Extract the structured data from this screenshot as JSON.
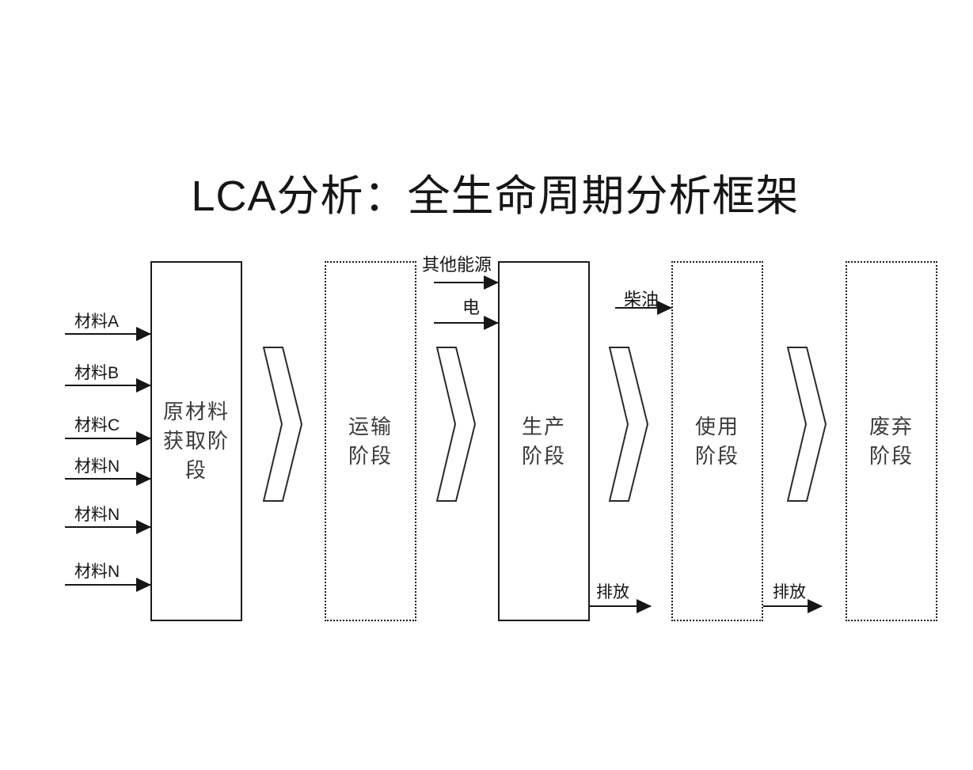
{
  "title": "LCA分析：全生命周期分析框架",
  "colors": {
    "background": "#ffffff",
    "line": "#161616",
    "stage_text": "#3a3a3a"
  },
  "stages": [
    {
      "id": "raw-material-acquisition",
      "label": "原材料\n获取阶\n段",
      "border": "solid"
    },
    {
      "id": "transport",
      "label": "运输\n阶段",
      "border": "dotted"
    },
    {
      "id": "production",
      "label": "生产\n阶段",
      "border": "solid"
    },
    {
      "id": "use",
      "label": "使用\n阶段",
      "border": "dotted"
    },
    {
      "id": "disposal",
      "label": "废弃\n阶段",
      "border": "dotted"
    }
  ],
  "material_inputs": [
    {
      "label": "材料A"
    },
    {
      "label": "材料B"
    },
    {
      "label": "材料C"
    },
    {
      "label": "材料N"
    },
    {
      "label": "材料N"
    },
    {
      "label": "材料N"
    }
  ],
  "energy_inputs": [
    {
      "label": "其他能源",
      "target": "production"
    },
    {
      "label": "电",
      "target": "production"
    },
    {
      "label": "柴油",
      "target": "use"
    }
  ],
  "emissions": [
    {
      "label": "排放",
      "source": "production"
    },
    {
      "label": "排放",
      "source": "use"
    }
  ]
}
